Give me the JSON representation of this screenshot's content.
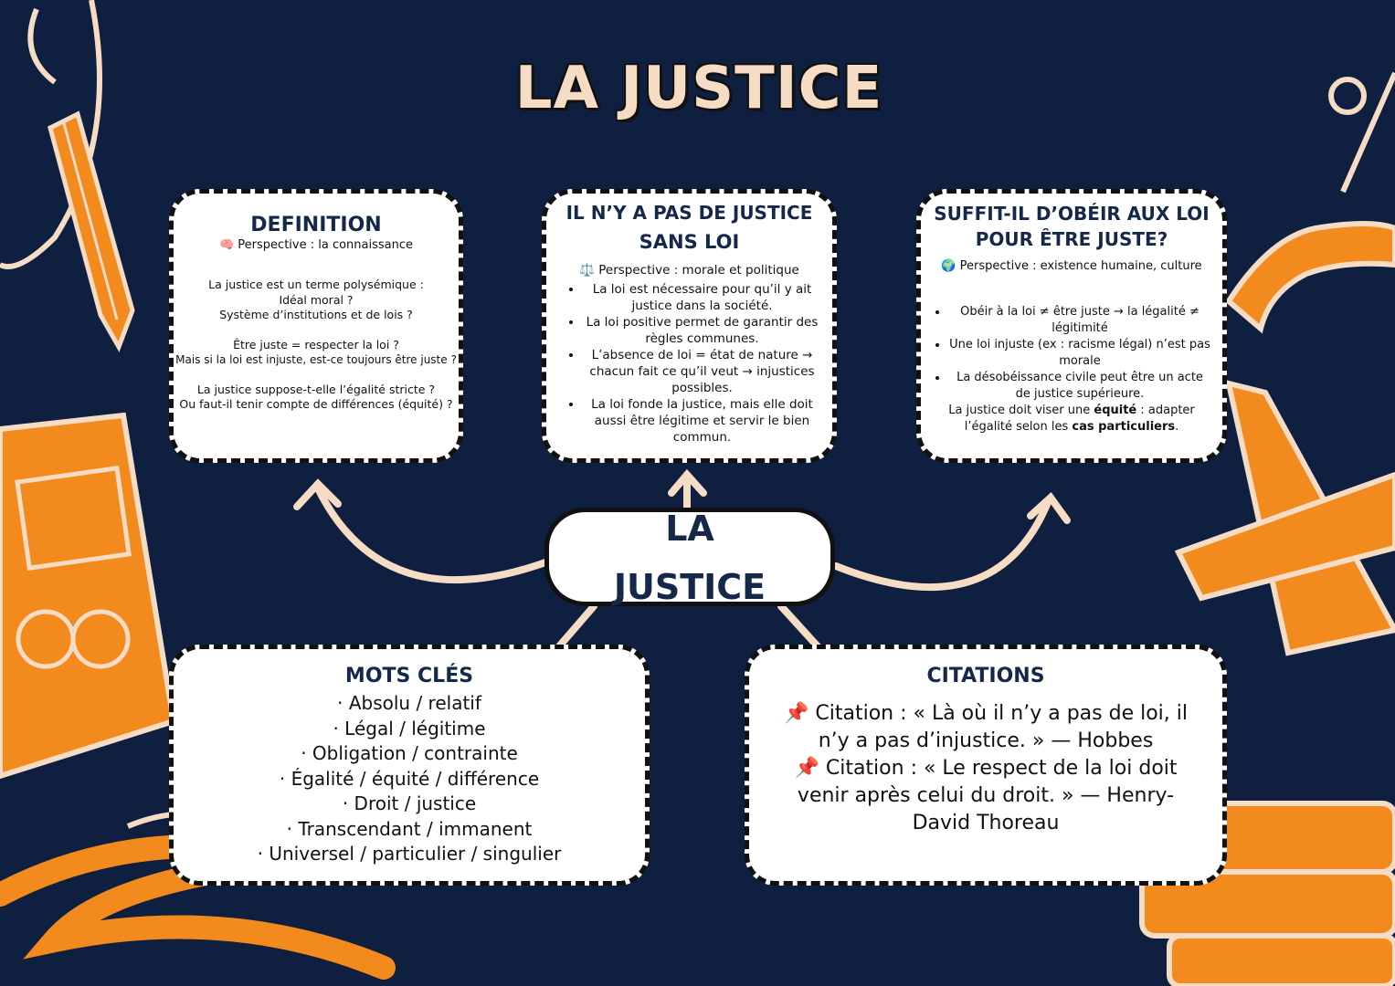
{
  "title": "LA JUSTICE",
  "center": {
    "line1": "LA",
    "line2": "JUSTICE"
  },
  "colors": {
    "background": "#0f1f3f",
    "accent": "#f28a1e",
    "cream": "#f7dcc5",
    "heading": "#15284a"
  },
  "definition": {
    "title": "DEFINITION",
    "perspective_icon": "brain-icon",
    "perspective": "🧠 Perspective : la connaissance",
    "lines": [
      "La justice est un terme polysémique :",
      "Idéal moral ?",
      "Système d’institutions et de lois ?",
      "",
      "Être juste = respecter la loi ?",
      "Mais si la loi est injuste, est-ce toujours être juste ?",
      "",
      "La justice suppose-t-elle l’égalité stricte ?",
      "Ou faut-il tenir compte de différences (équité) ?"
    ]
  },
  "no_justice": {
    "title_line1": "IL N’Y A PAS DE JUSTICE",
    "title_line2": "SANS LOI",
    "perspective": "⚖️ Perspective : morale et politique",
    "items": [
      "La loi est nécessaire pour qu’il y ait justice dans la société.",
      "La loi positive permet de garantir des règles communes.",
      "L’absence de loi = état de nature → chacun fait ce qu’il veut → injustices possibles.",
      "La loi fonde la justice, mais elle doit aussi être légitime et servir le bien commun."
    ]
  },
  "obey": {
    "title_line1": "SUFFIT-IL D’OBÉIR AUX LOI",
    "title_line2": "POUR ÊTRE JUSTE?",
    "perspective": "🌍 Perspective : existence humaine, culture",
    "items": [
      "Obéir à la loi ≠ être juste → la légalité ≠ légitimité",
      "Une loi injuste (ex : racisme légal) n’est pas morale",
      "La désobéissance civile peut être un acte de justice supérieure."
    ],
    "final_a": "La justice doit viser une ",
    "final_b": "équité",
    "final_c": " : adapter l’égalité selon les ",
    "final_d": "cas particuliers",
    "final_e": "."
  },
  "keywords": {
    "title": "MOTS CLÉS",
    "items": [
      "· Absolu / relatif",
      "· Légal / légitime",
      "· Obligation / contrainte",
      "· Égalité / équité / différence",
      "· Droit / justice",
      "· Transcendant / immanent",
      "· Universel / particulier / singulier"
    ]
  },
  "citations": {
    "title": "CITATIONS",
    "q1": "📌 Citation : « Là où il n’y a pas de loi, il n’y a pas d’injustice. » — Hobbes",
    "q2": "📌 Citation : « Le respect de la loi doit venir après celui du droit. » — Henry-David Thoreau"
  }
}
